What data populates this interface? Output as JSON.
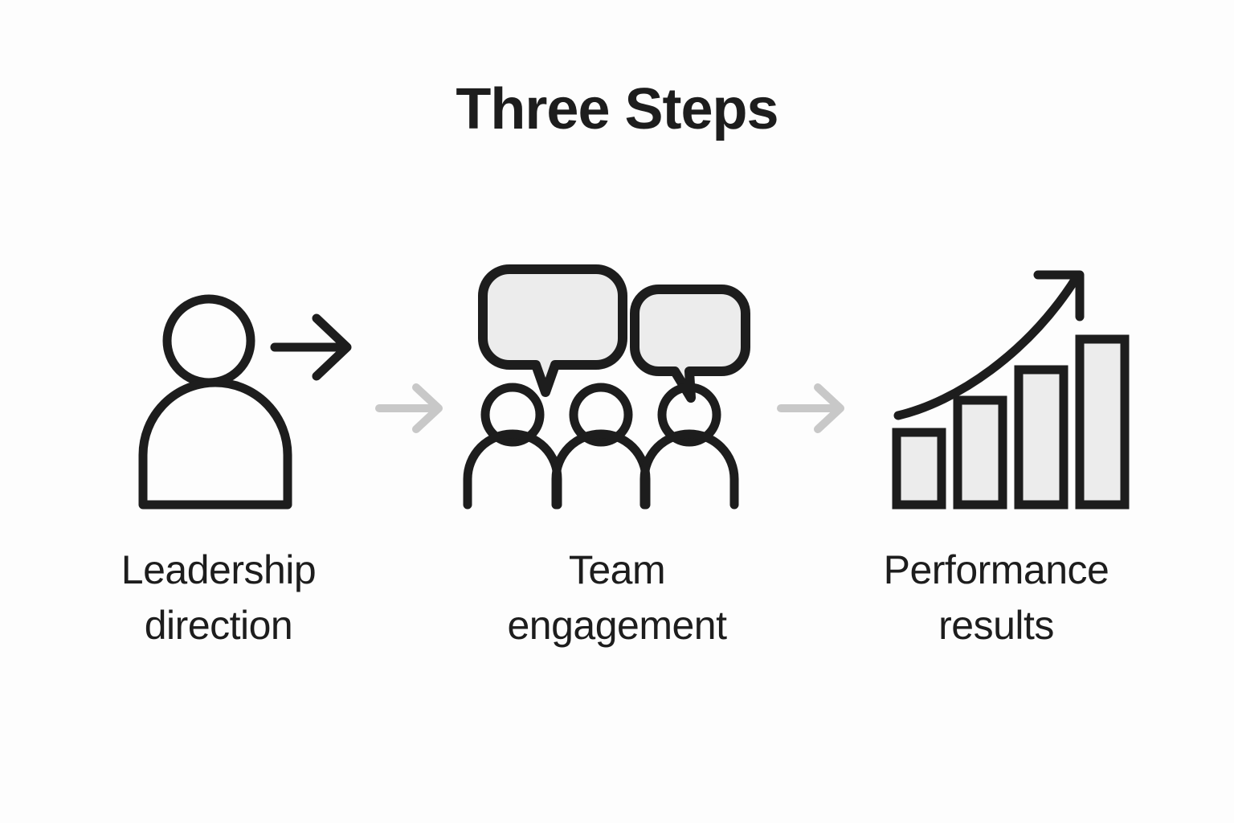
{
  "slide": {
    "title": "Three Steps",
    "background_color": "#fdfdfd",
    "ink_color": "#1d1d1d",
    "fill_color": "#ececec",
    "connector_color": "#c8c8c8"
  },
  "steps": [
    {
      "index": "1",
      "icon": "person-with-arrow-icon",
      "label_line1": "Leadership",
      "label_line2": "direction"
    },
    {
      "index": "2",
      "icon": "group-with-speech-bubbles-icon",
      "label_line1": "Team",
      "label_line2": "engagement"
    },
    {
      "index": "3",
      "icon": "growth-bar-chart-icon",
      "label_line1": "Performance",
      "label_line2": "results"
    }
  ],
  "connectors": [
    {
      "name": "arrow-step1-to-step2",
      "glyph": "right-arrow"
    },
    {
      "name": "arrow-step2-to-step3",
      "glyph": "right-arrow"
    }
  ],
  "chart_data": {
    "type": "bar",
    "title": "",
    "categories": [
      "1",
      "2",
      "3",
      "4"
    ],
    "values": [
      1,
      1.75,
      2.55,
      3.35
    ],
    "xlabel": "",
    "ylabel": "",
    "ylim": [
      0,
      3.6
    ],
    "grid": false,
    "legend": "none",
    "annotation": "upward-curved-growth-arrow"
  }
}
